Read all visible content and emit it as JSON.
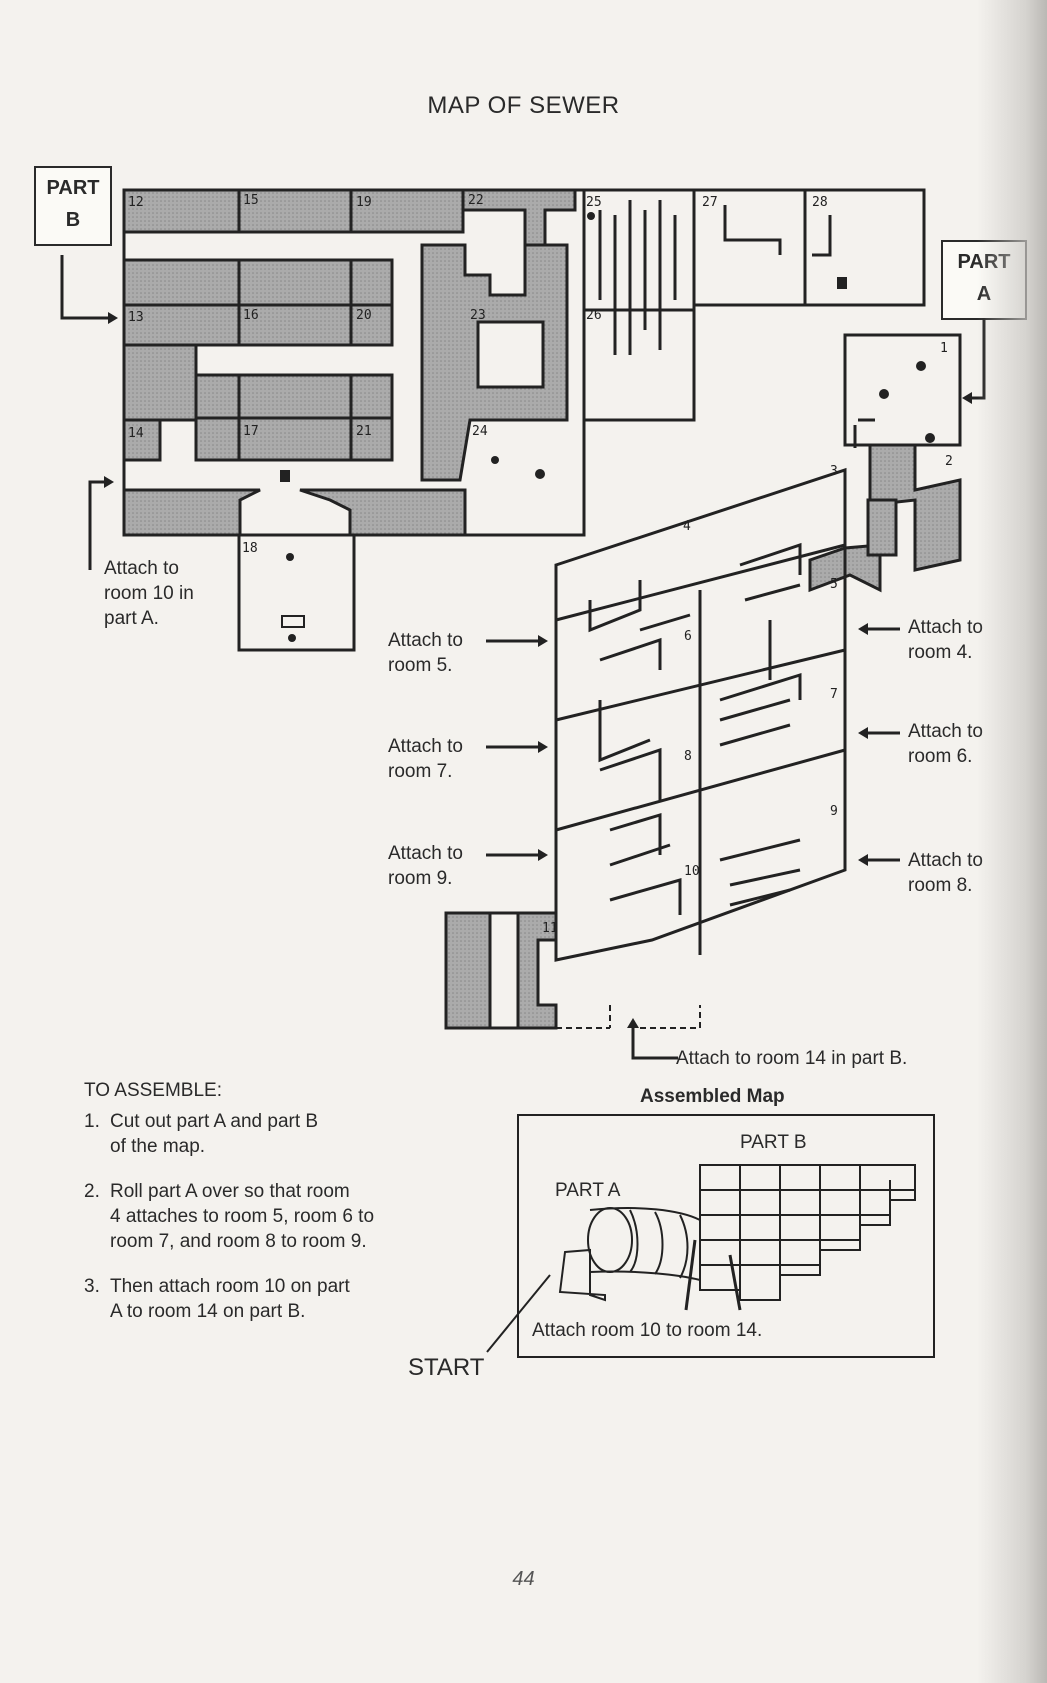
{
  "title": "MAP OF SEWER",
  "part_b_label": [
    "PART",
    "B"
  ],
  "part_a_label": [
    "PART",
    "A"
  ],
  "room_numbers": [
    "12",
    "15",
    "19",
    "22",
    "25",
    "27",
    "28",
    "13",
    "16",
    "20",
    "23",
    "26",
    "14",
    "17",
    "21",
    "24",
    "18",
    "1",
    "2",
    "3",
    "4",
    "5",
    "6",
    "7",
    "8",
    "9",
    "10",
    "11"
  ],
  "notes": {
    "attach_room10": [
      "Attach to",
      "room 10 in",
      "part A."
    ],
    "attach_room5": [
      "Attach to",
      "room 5."
    ],
    "attach_room7": [
      "Attach to",
      "room 7."
    ],
    "attach_room9": [
      "Attach to",
      "room 9."
    ],
    "attach_room4": [
      "Attach to",
      "room 4."
    ],
    "attach_room6": [
      "Attach to",
      "room 6."
    ],
    "attach_room8": [
      "Attach to",
      "room 8."
    ],
    "attach_room14": "Attach to room 14 in part B."
  },
  "assemble": {
    "title": "TO ASSEMBLE:",
    "steps": [
      {
        "num": "1.",
        "lines": [
          "Cut out part A and part B",
          "of the map."
        ]
      },
      {
        "num": "2.",
        "lines": [
          "Roll part A over so that room",
          "4 attaches to room 5, room 6 to",
          "room 7, and room 8 to room 9."
        ]
      },
      {
        "num": "3.",
        "lines": [
          "Then attach room 10 on part",
          "A to room 14 on part B."
        ]
      }
    ]
  },
  "assembled_map": {
    "title": "Assembled Map",
    "part_b": "PART B",
    "part_a": "PART A",
    "caption": "Attach room 10 to room 14.",
    "start": "START"
  },
  "page_number": "44",
  "colors": {
    "ink": "#2a2a2a",
    "shade": "#a9a9a9",
    "paper": "#f4f2ee"
  }
}
